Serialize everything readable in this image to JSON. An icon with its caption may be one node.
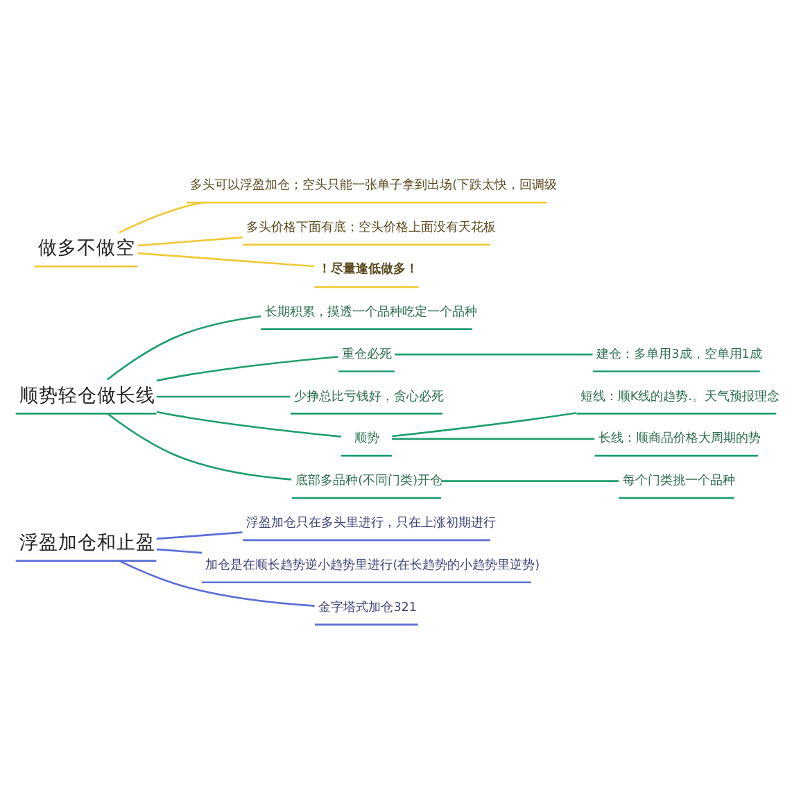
{
  "diagram": {
    "nodes": [
      {
        "text": [
          "做多不做空"
        ]
      },
      {
        "text": [
          "多头可以浮盈加仓；空头只能一张单子拿到出场(下跌太快，回调级"
        ]
      },
      {
        "text": [
          "多头价格下面有底；空头价格上面没有天花板"
        ]
      },
      {
        "text": [
          "！尽量逢低做多！"
        ]
      },
      {
        "text": [
          "顺势轻仓做长线"
        ]
      },
      {
        "text": [
          "长期积累，摸透一个品种吃定一个品种"
        ]
      },
      {
        "text": [
          "重仓必死"
        ]
      },
      {
        "text": [
          "建仓：多单用3成，空单用1成"
        ]
      },
      {
        "text": [
          "少挣总比亏钱好，贪心必死"
        ]
      },
      {
        "text": [
          "顺势"
        ]
      },
      {
        "text": [
          "短线：顺K线的趋势.。天气预报理念"
        ]
      },
      {
        "text": [
          "长线：顺商品价格大周期的势"
        ]
      },
      {
        "text": [
          "底部多品种(不同门类)开仓"
        ]
      },
      {
        "text": [
          "每个门类挑一个品种"
        ]
      },
      {
        "text": [
          "浮盈加仓和止盈"
        ]
      },
      {
        "text": [
          "浮盈加仓只在多头里进行，只在上涨初期进行"
        ]
      },
      {
        "text": [
          "加仓是在顺长趋势逆小趋势里进行(在长趋势的小趋势里逆势)"
        ]
      },
      {
        "text": [
          "金字塔式加仓321"
        ]
      }
    ],
    "edges": [
      {
        "from": 0,
        "to": 1,
        "arrow": "none",
        "color": "#f0c93a"
      },
      {
        "from": 0,
        "to": 2,
        "arrow": "none",
        "color": "#f0c93a"
      },
      {
        "from": 0,
        "to": 3,
        "arrow": "none",
        "color": "#f0c93a"
      },
      {
        "from": 4,
        "to": 5,
        "arrow": "none"
      },
      {
        "from": 4,
        "to": 6,
        "arrow": "none"
      },
      {
        "from": 6,
        "to": 7,
        "arrow": "none"
      },
      {
        "from": 4,
        "to": 8,
        "arrow": "none"
      },
      {
        "from": 4,
        "to": 9,
        "arrow": "none"
      },
      {
        "from": 9,
        "to": 10,
        "arrow": "none"
      },
      {
        "from": 9,
        "to": 11,
        "arrow": "none"
      },
      {
        "from": 4,
        "to": 12,
        "arrow": "none"
      },
      {
        "from": 12,
        "to": 13,
        "arrow": "none"
      },
      {
        "from": 14,
        "to": 15,
        "arrow": "none",
        "color": "#5a6ed6"
      },
      {
        "from": 14,
        "to": 16,
        "arrow": "none",
        "color": "#5a6ed6"
      },
      {
        "from": 14,
        "to": 17,
        "arrow": "none",
        "color": "#5a6ed6"
      }
    ]
  }
}
